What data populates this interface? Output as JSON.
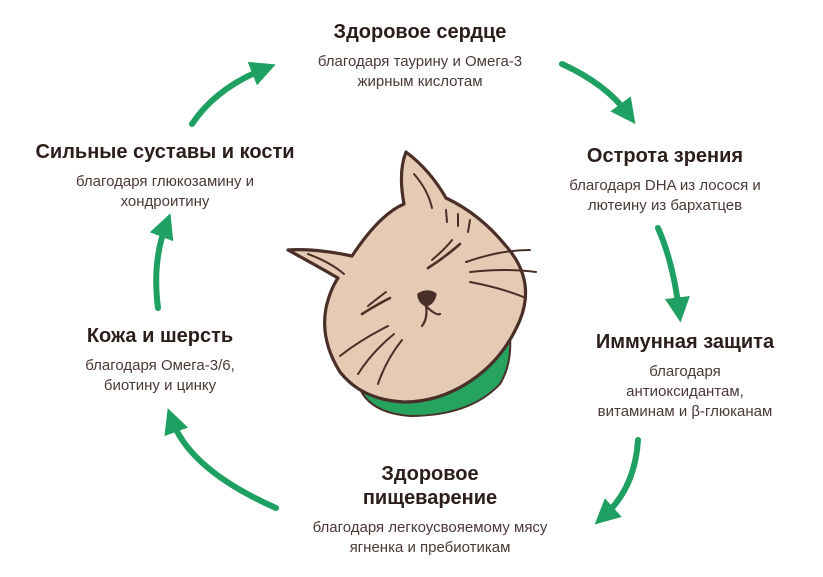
{
  "colors": {
    "arrow": "#1fa063",
    "cat_fill": "#e6cbb4",
    "cat_outline": "#4a2f28",
    "collar": "#25a35f",
    "title_text": "#2b1d1a",
    "desc_text": "#4a3a36"
  },
  "illustration": "cat-face-icon",
  "nodes": {
    "heart": {
      "title": "Здоровое сердце",
      "desc": "благодаря таурину и Омега-3\nжирным кислотам"
    },
    "vision": {
      "title": "Острота зрения",
      "desc": "благодаря DHA из лосося и\nлютеину из бархатцев"
    },
    "immune": {
      "title": "Иммунная защита",
      "desc": "благодаря\nантиоксидантам,\nвитаминам и β-глюканам"
    },
    "digest": {
      "title": "Здоровое\nпищеварение",
      "desc": "благодаря легкоусвояемому мясу\nягненка и пребиотикам"
    },
    "skin": {
      "title": "Кожа и шерсть",
      "desc": "благодаря Омега-3/6,\nбиотину и цинку"
    },
    "joints": {
      "title": "Сильные суставы и кости",
      "desc": "благодаря глюкозамину и\nхондроитину"
    }
  }
}
